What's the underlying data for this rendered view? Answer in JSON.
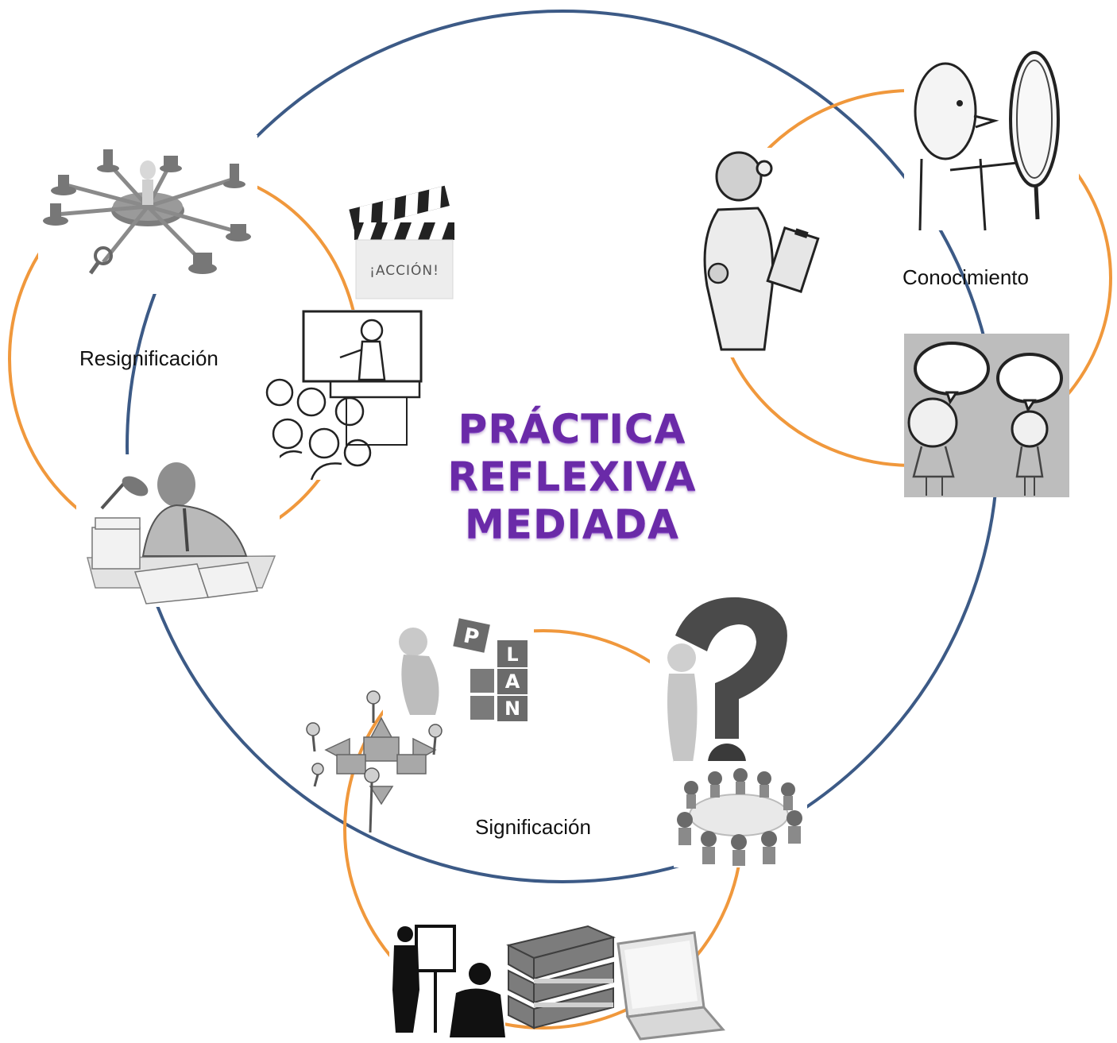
{
  "title": {
    "line1": "PRÁCTICA",
    "line2": "REFLEXIVA",
    "line3": "MEDIADA"
  },
  "phases": {
    "resignificacion": "Resignificación",
    "conocimiento": "Conocimiento",
    "significacion": "Significación"
  },
  "clapperboard_text": "¡ACCIÓN!",
  "plan_letters": [
    "P",
    "L",
    "A",
    "N"
  ],
  "colors": {
    "main_circle": "#3c5a86",
    "sub_circles": "#f0983c",
    "title": "#6a2aa8"
  },
  "images": [
    "network-people-icon",
    "clapperboard-icon",
    "classroom-teacher-icon",
    "stressed-man-desk-icon",
    "doctor-clipboard-icon",
    "man-mirror-icon",
    "speech-bubbles-people-icon",
    "plan-blocks-icon",
    "puzzle-arrows-people-icon",
    "question-mark-person-icon",
    "round-table-meeting-icon",
    "presentation-silhouette-icon",
    "books-stack-icon",
    "laptop-icon"
  ]
}
